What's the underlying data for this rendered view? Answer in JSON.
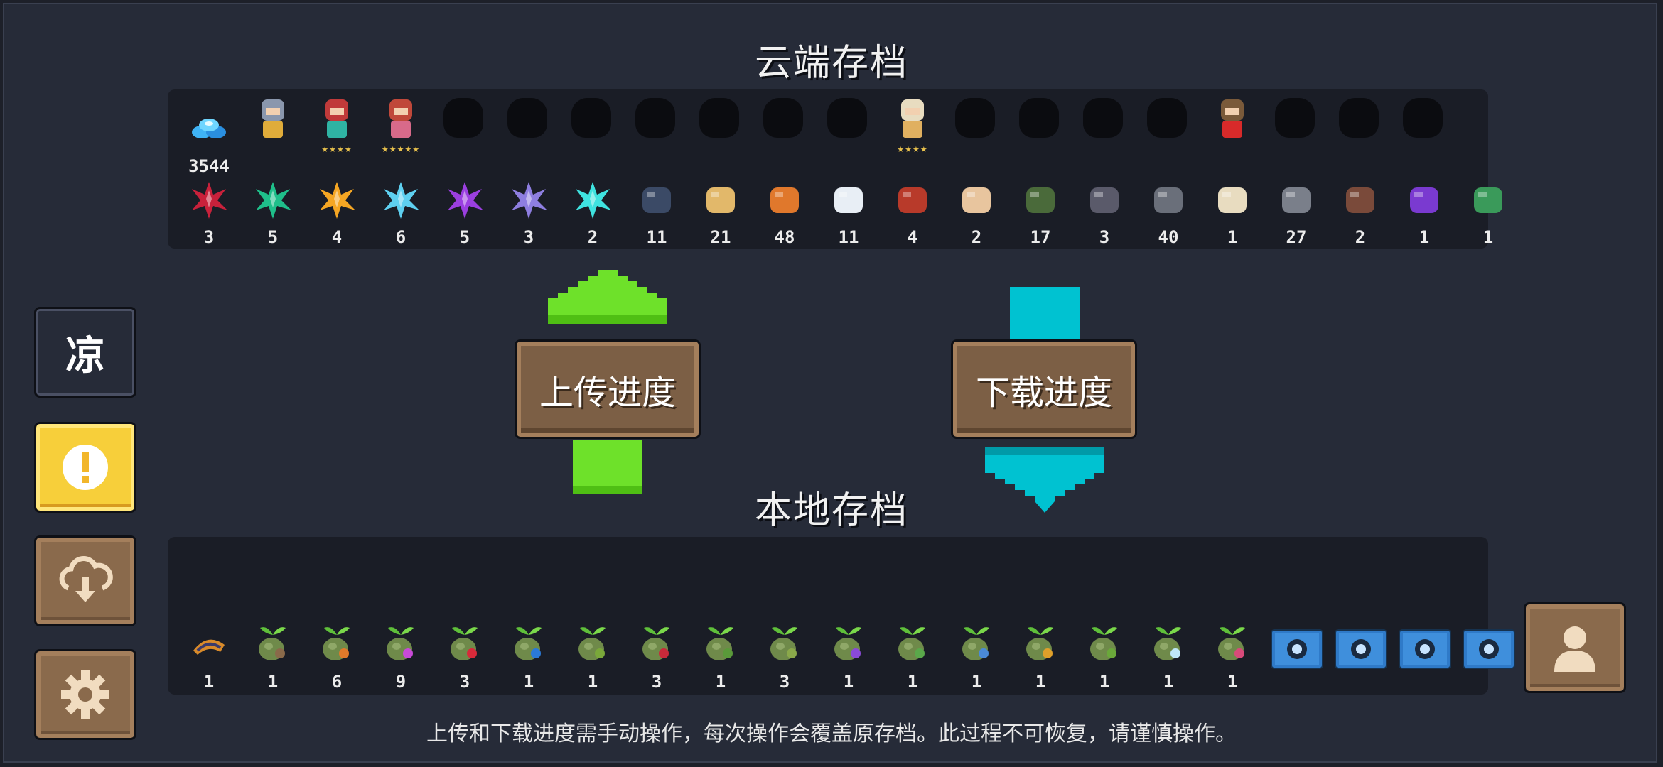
{
  "cloud_title": "云端存档",
  "local_title": "本地存档",
  "upload_label": "上传进度",
  "download_label": "下载进度",
  "note": "上传和下载进度需手动操作，每次操作会覆盖原存档。此过程不可恢复，请谨慎操作。",
  "side_buttons": {
    "account_label": "凉",
    "alert_icon": "exclamation-icon",
    "cloud_icon": "cloud-download-icon",
    "settings_icon": "gear-icon"
  },
  "profile_icon": "person-icon",
  "gems": "3544",
  "characters": [
    {
      "kind": "knight",
      "stars": ""
    },
    {
      "kind": "rogue",
      "stars": "★★★★"
    },
    {
      "kind": "witch",
      "stars": "★★★★★"
    },
    {
      "kind": "locked"
    },
    {
      "kind": "locked"
    },
    {
      "kind": "locked"
    },
    {
      "kind": "locked"
    },
    {
      "kind": "locked"
    },
    {
      "kind": "locked"
    },
    {
      "kind": "locked"
    },
    {
      "kind": "priest",
      "stars": "★★★★"
    },
    {
      "kind": "locked"
    },
    {
      "kind": "locked"
    },
    {
      "kind": "locked"
    },
    {
      "kind": "locked"
    },
    {
      "kind": "engineer",
      "stars": ""
    },
    {
      "kind": "locked"
    },
    {
      "kind": "locked"
    },
    {
      "kind": "locked"
    }
  ],
  "materials": [
    {
      "icon": "red-crystal-icon",
      "color": "#c8213b",
      "count": "3"
    },
    {
      "icon": "green-crystal-icon",
      "color": "#1fbf8a",
      "count": "5"
    },
    {
      "icon": "orange-crystal-icon",
      "color": "#f5a623",
      "count": "4"
    },
    {
      "icon": "blue-crystal-icon",
      "color": "#5ed0f0",
      "count": "6"
    },
    {
      "icon": "purple-crystal-icon",
      "color": "#9b3fe0",
      "count": "5"
    },
    {
      "icon": "violet-crystal-icon",
      "color": "#8e7ee0",
      "count": "3"
    },
    {
      "icon": "cyan-crystal-icon",
      "color": "#3fe3e0",
      "count": "2"
    },
    {
      "icon": "fish-orb-icon",
      "color": "#3b4a66",
      "count": "11"
    },
    {
      "icon": "wood-plank-icon",
      "color": "#e2b86a",
      "count": "21"
    },
    {
      "icon": "ore-icon",
      "color": "#e0782c",
      "count": "48"
    },
    {
      "icon": "feather-icon",
      "color": "#e8eef5",
      "count": "11"
    },
    {
      "icon": "chip-card-icon",
      "color": "#b83a2a",
      "count": "4"
    },
    {
      "icon": "badge-icon",
      "color": "#e8c59e",
      "count": "2"
    },
    {
      "icon": "battery-icon",
      "color": "#4a6a3a",
      "count": "17"
    },
    {
      "icon": "robot-part-icon",
      "color": "#5a5a6a",
      "count": "3"
    },
    {
      "icon": "stone-icon",
      "color": "#6a6f7a",
      "count": "40"
    },
    {
      "icon": "scroll-icon",
      "color": "#e8dcc0",
      "count": "1"
    },
    {
      "icon": "gear-part-icon",
      "color": "#7a7f8a",
      "count": "27"
    },
    {
      "icon": "box-icon",
      "color": "#7a4a3a",
      "count": "2"
    },
    {
      "icon": "purple-plate-icon",
      "color": "#7a3ad0",
      "count": "1"
    },
    {
      "icon": "green-block-icon",
      "color": "#3a9a5a",
      "count": "1"
    }
  ],
  "plants": [
    {
      "icon": "horn-seed-icon",
      "accent": "#d88a2a",
      "count": "1"
    },
    {
      "icon": "seed-bag-icon",
      "accent": "#8a6a4a",
      "count": "1"
    },
    {
      "icon": "carrot-seed-icon",
      "accent": "#e07a2a",
      "count": "6"
    },
    {
      "icon": "rainbow-seed-icon",
      "accent": "#c84ad8",
      "count": "9"
    },
    {
      "icon": "red-flower-seed-icon",
      "accent": "#d82a3a",
      "count": "3"
    },
    {
      "icon": "blue-flower-seed-icon",
      "accent": "#2a7ad8",
      "count": "1"
    },
    {
      "icon": "sprout-seed-icon",
      "accent": "#7aa83a",
      "count": "1"
    },
    {
      "icon": "berry-seed-icon",
      "accent": "#c82a3a",
      "count": "3"
    },
    {
      "icon": "leaf-seed-icon",
      "accent": "#5a9a3a",
      "count": "1"
    },
    {
      "icon": "pod-seed-icon",
      "accent": "#8aa84a",
      "count": "3"
    },
    {
      "icon": "violet-seed-icon",
      "accent": "#8a4ad8",
      "count": "1"
    },
    {
      "icon": "herb-seed-icon",
      "accent": "#5aa84a",
      "count": "1"
    },
    {
      "icon": "bluebell-seed-icon",
      "accent": "#4a8ad8",
      "count": "1"
    },
    {
      "icon": "mushroom-seed-icon",
      "accent": "#e0a02a",
      "count": "1"
    },
    {
      "icon": "vine-seed-icon",
      "accent": "#6aa83a",
      "count": "1"
    },
    {
      "icon": "ice-seed-icon",
      "accent": "#bfe8f8",
      "count": "1"
    },
    {
      "icon": "rose-seed-icon",
      "accent": "#d84a7a",
      "count": "1"
    }
  ],
  "local_items": [
    {
      "icon": "camera-icon"
    },
    {
      "icon": "target-icon"
    },
    {
      "icon": "ufo-icon"
    },
    {
      "icon": "partial-item-icon"
    }
  ],
  "colors": {
    "upload_arrow": "#6ee12a",
    "download_arrow": "#00c2d1"
  }
}
